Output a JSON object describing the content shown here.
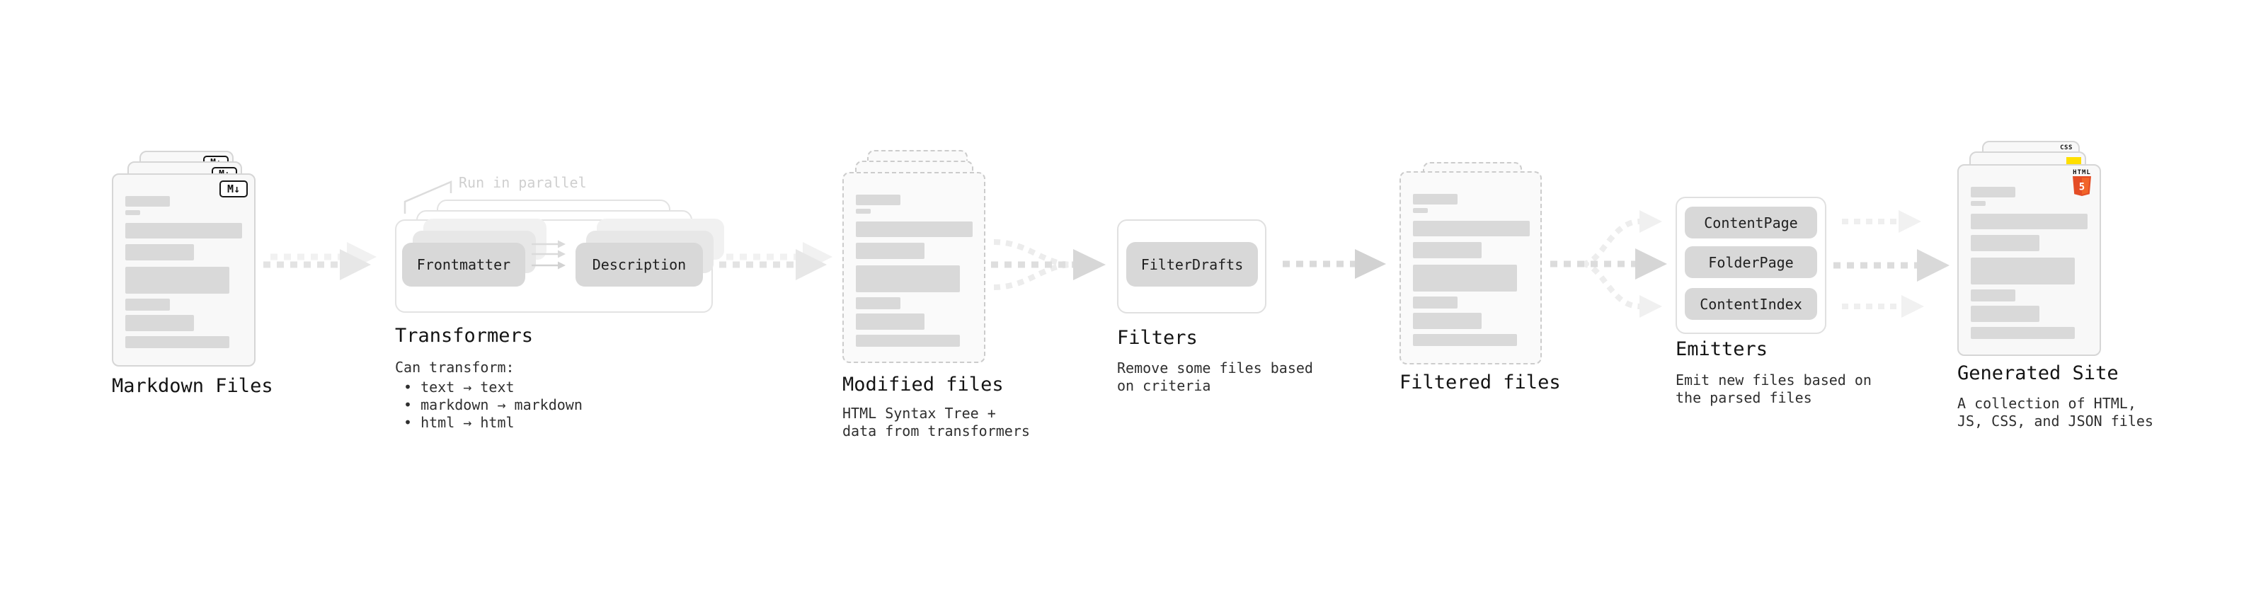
{
  "stages": {
    "markdown": {
      "label": "Markdown Files"
    },
    "transformers": {
      "label": "Transformers",
      "note": "Run in parallel",
      "pills": {
        "frontmatter": "Frontmatter",
        "description": "Description"
      },
      "desc_title": "Can transform:",
      "bullets": [
        "• text → text",
        "• markdown → markdown",
        "• html → html"
      ]
    },
    "modified": {
      "label": "Modified files",
      "desc": [
        "HTML Syntax Tree +",
        "data from transformers"
      ]
    },
    "filters": {
      "label": "Filters",
      "pills": {
        "filter_drafts": "FilterDrafts"
      },
      "desc": [
        "Remove some files based",
        "on criteria"
      ]
    },
    "filtered": {
      "label": "Filtered files"
    },
    "emitters": {
      "label": "Emitters",
      "pills": {
        "content_page": "ContentPage",
        "folder_page": "FolderPage",
        "content_index": "ContentIndex"
      },
      "desc": [
        "Emit new files based on",
        "the parsed files"
      ]
    },
    "generated": {
      "label": "Generated Site",
      "desc": [
        "A collection of HTML,",
        "JS, CSS, and JSON files"
      ]
    }
  },
  "badges": {
    "markdown": "M↓",
    "html5_word": "HTML",
    "html5_number": "5",
    "css": "CSS"
  },
  "colors": {
    "html5_orange": "#e44d26",
    "html5_orange_light": "#f16529",
    "js_yellow": "#ffdf00",
    "css_blue": "#2b6bf3",
    "pill_gray": "#d8d8d8",
    "bar_gray": "#d9d9d9"
  }
}
